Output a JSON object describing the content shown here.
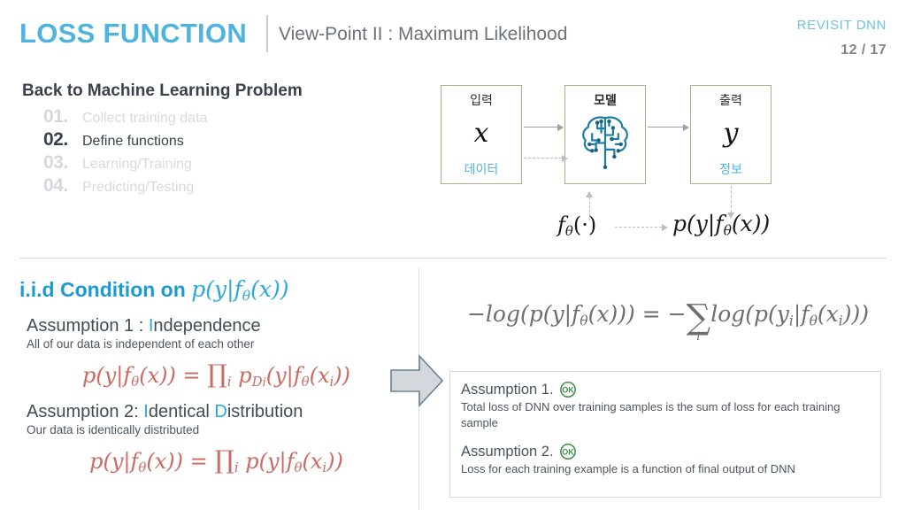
{
  "header": {
    "title": "LOSS FUNCTION",
    "subtitle": "View-Point II : Maximum Likelihood",
    "deck_name": "REVISIT DNN",
    "page_number": "12 / 17",
    "accent_color": "#4FB3E0"
  },
  "ml_steps": {
    "heading": "Back to Machine Learning Problem",
    "items": [
      {
        "num": "01.",
        "label": "Collect training data",
        "active": false
      },
      {
        "num": "02.",
        "label": "Define functions",
        "active": true
      },
      {
        "num": "03.",
        "label": "Learning/Training",
        "active": false
      },
      {
        "num": "04.",
        "label": "Predicting/Testing",
        "active": false
      }
    ]
  },
  "diagram": {
    "boxes": [
      {
        "ko_top": "입력",
        "var": "x",
        "ko_bottom": "데이터"
      },
      {
        "ko_top": "모델",
        "var": "",
        "ko_bottom": ""
      },
      {
        "ko_top": "출력",
        "var": "y",
        "ko_bottom": "정보"
      }
    ],
    "f_label": "f",
    "f_sub": "θ",
    "f_arg": "(·)",
    "p_label": "p(y|f",
    "p_sub": "θ",
    "p_tail": "(x))",
    "box_border_color": "#b6aa8b",
    "ko_accent_color": "#4FB3E0"
  },
  "iid": {
    "heading_text": "i.i.d Condition on ",
    "heading_math_p": "p(y|f",
    "heading_math_sub": "θ",
    "heading_math_tail": "(x))",
    "assumption1": {
      "title_pre": "Assumption 1 : ",
      "title_hl": "I",
      "title_post": "ndependence",
      "desc": "All of our data is independent of each other",
      "eq_lhs": "p(y|f",
      "eq_lhs_sub": "θ",
      "eq_lhs_tail": "(x)) = ",
      "eq_prod": "∏",
      "eq_prod_idx": "i",
      "eq_rhs_p": " p",
      "eq_rhs_sub": "D",
      "eq_rhs_sub2": "i",
      "eq_rhs_tail": "(y|f",
      "eq_rhs_sub3": "θ",
      "eq_rhs_end": "(x",
      "eq_rhs_sub4": "i",
      "eq_rhs_close": "))"
    },
    "assumption2": {
      "title_pre": "Assumption 2: ",
      "title_hl1": "I",
      "title_mid": "dentical ",
      "title_hl2": "D",
      "title_post": "istribution",
      "desc": "Our data is identically distributed",
      "eq_lhs": "p(y|f",
      "eq_lhs_sub": "θ",
      "eq_lhs_tail": "(x)) = ",
      "eq_prod": "∏",
      "eq_prod_idx": "i",
      "eq_rhs_tail": " p(y|f",
      "eq_rhs_sub3": "θ",
      "eq_rhs_end": "(x",
      "eq_rhs_sub4": "i",
      "eq_rhs_close": "))"
    },
    "eq_color": "#CB6A63",
    "accent_color": "#1C9AD6"
  },
  "big_equation": {
    "lhs": "−log(p(y|f",
    "lhs_sub": "θ",
    "lhs_tail": "(x))) = −",
    "sum_symbol": "∑",
    "sum_index": "i",
    "rhs": "log(p(y",
    "rhs_sub1": "i",
    "rhs_mid": "|f",
    "rhs_sub2": "θ",
    "rhs_mid2": "(x",
    "rhs_sub3": "i",
    "rhs_tail": ")))"
  },
  "assumption_box": {
    "items": [
      {
        "title": "Assumption 1.",
        "stamp": "ok-stamp",
        "desc": "Total loss of DNN over training samples is the sum of loss for each training sample"
      },
      {
        "title": "Assumption 2.",
        "stamp": "ok-stamp",
        "desc": "Loss for each training example is a function of final output of DNN"
      }
    ],
    "stamp_color": "#3d8f45",
    "border_color": "#d6d9db"
  },
  "block_arrow": {
    "fill": "#d4d8dc",
    "stroke": "#6b8296"
  }
}
